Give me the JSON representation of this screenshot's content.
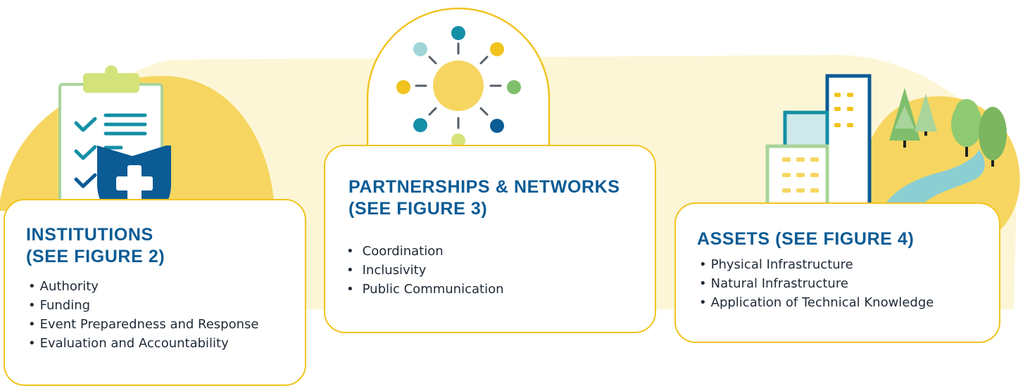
{
  "cards": [
    {
      "id": "institutions",
      "title_lines": [
        "INSTITUTIONS",
        "(SEE FIGURE 2)"
      ],
      "bullet": "•",
      "items": [
        "Authority",
        "Funding",
        "Event Preparedness and Response",
        "Evaluation and Accountability"
      ]
    },
    {
      "id": "partnerships",
      "title_lines": [
        "PARTNERSHIPS & NETWORKS",
        "(SEE FIGURE 3)"
      ],
      "bullet": "•",
      "items": [
        "Coordination",
        "Inclusivity",
        "Public Communication"
      ]
    },
    {
      "id": "assets",
      "title_lines": [
        "ASSETS (SEE FIGURE 4)"
      ],
      "bullet": "•",
      "items": [
        "Physical Infrastructure",
        "Natural Infrastructure",
        "Application of Technical Knowledge"
      ]
    }
  ],
  "icons": {
    "institutions": "clipboard-checklist-with-shield-cross-icon",
    "partnerships": "network-hub-icon",
    "assets": "buildings-trees-river-icon"
  },
  "colors": {
    "title_blue": "#0b5b94",
    "card_border": "#f1c31f",
    "background_band": "#fdf6d6",
    "sun_yellow": "#f6d660",
    "teal": "#138fa6",
    "light_green": "#d7e27a",
    "green": "#7fbf6b"
  }
}
